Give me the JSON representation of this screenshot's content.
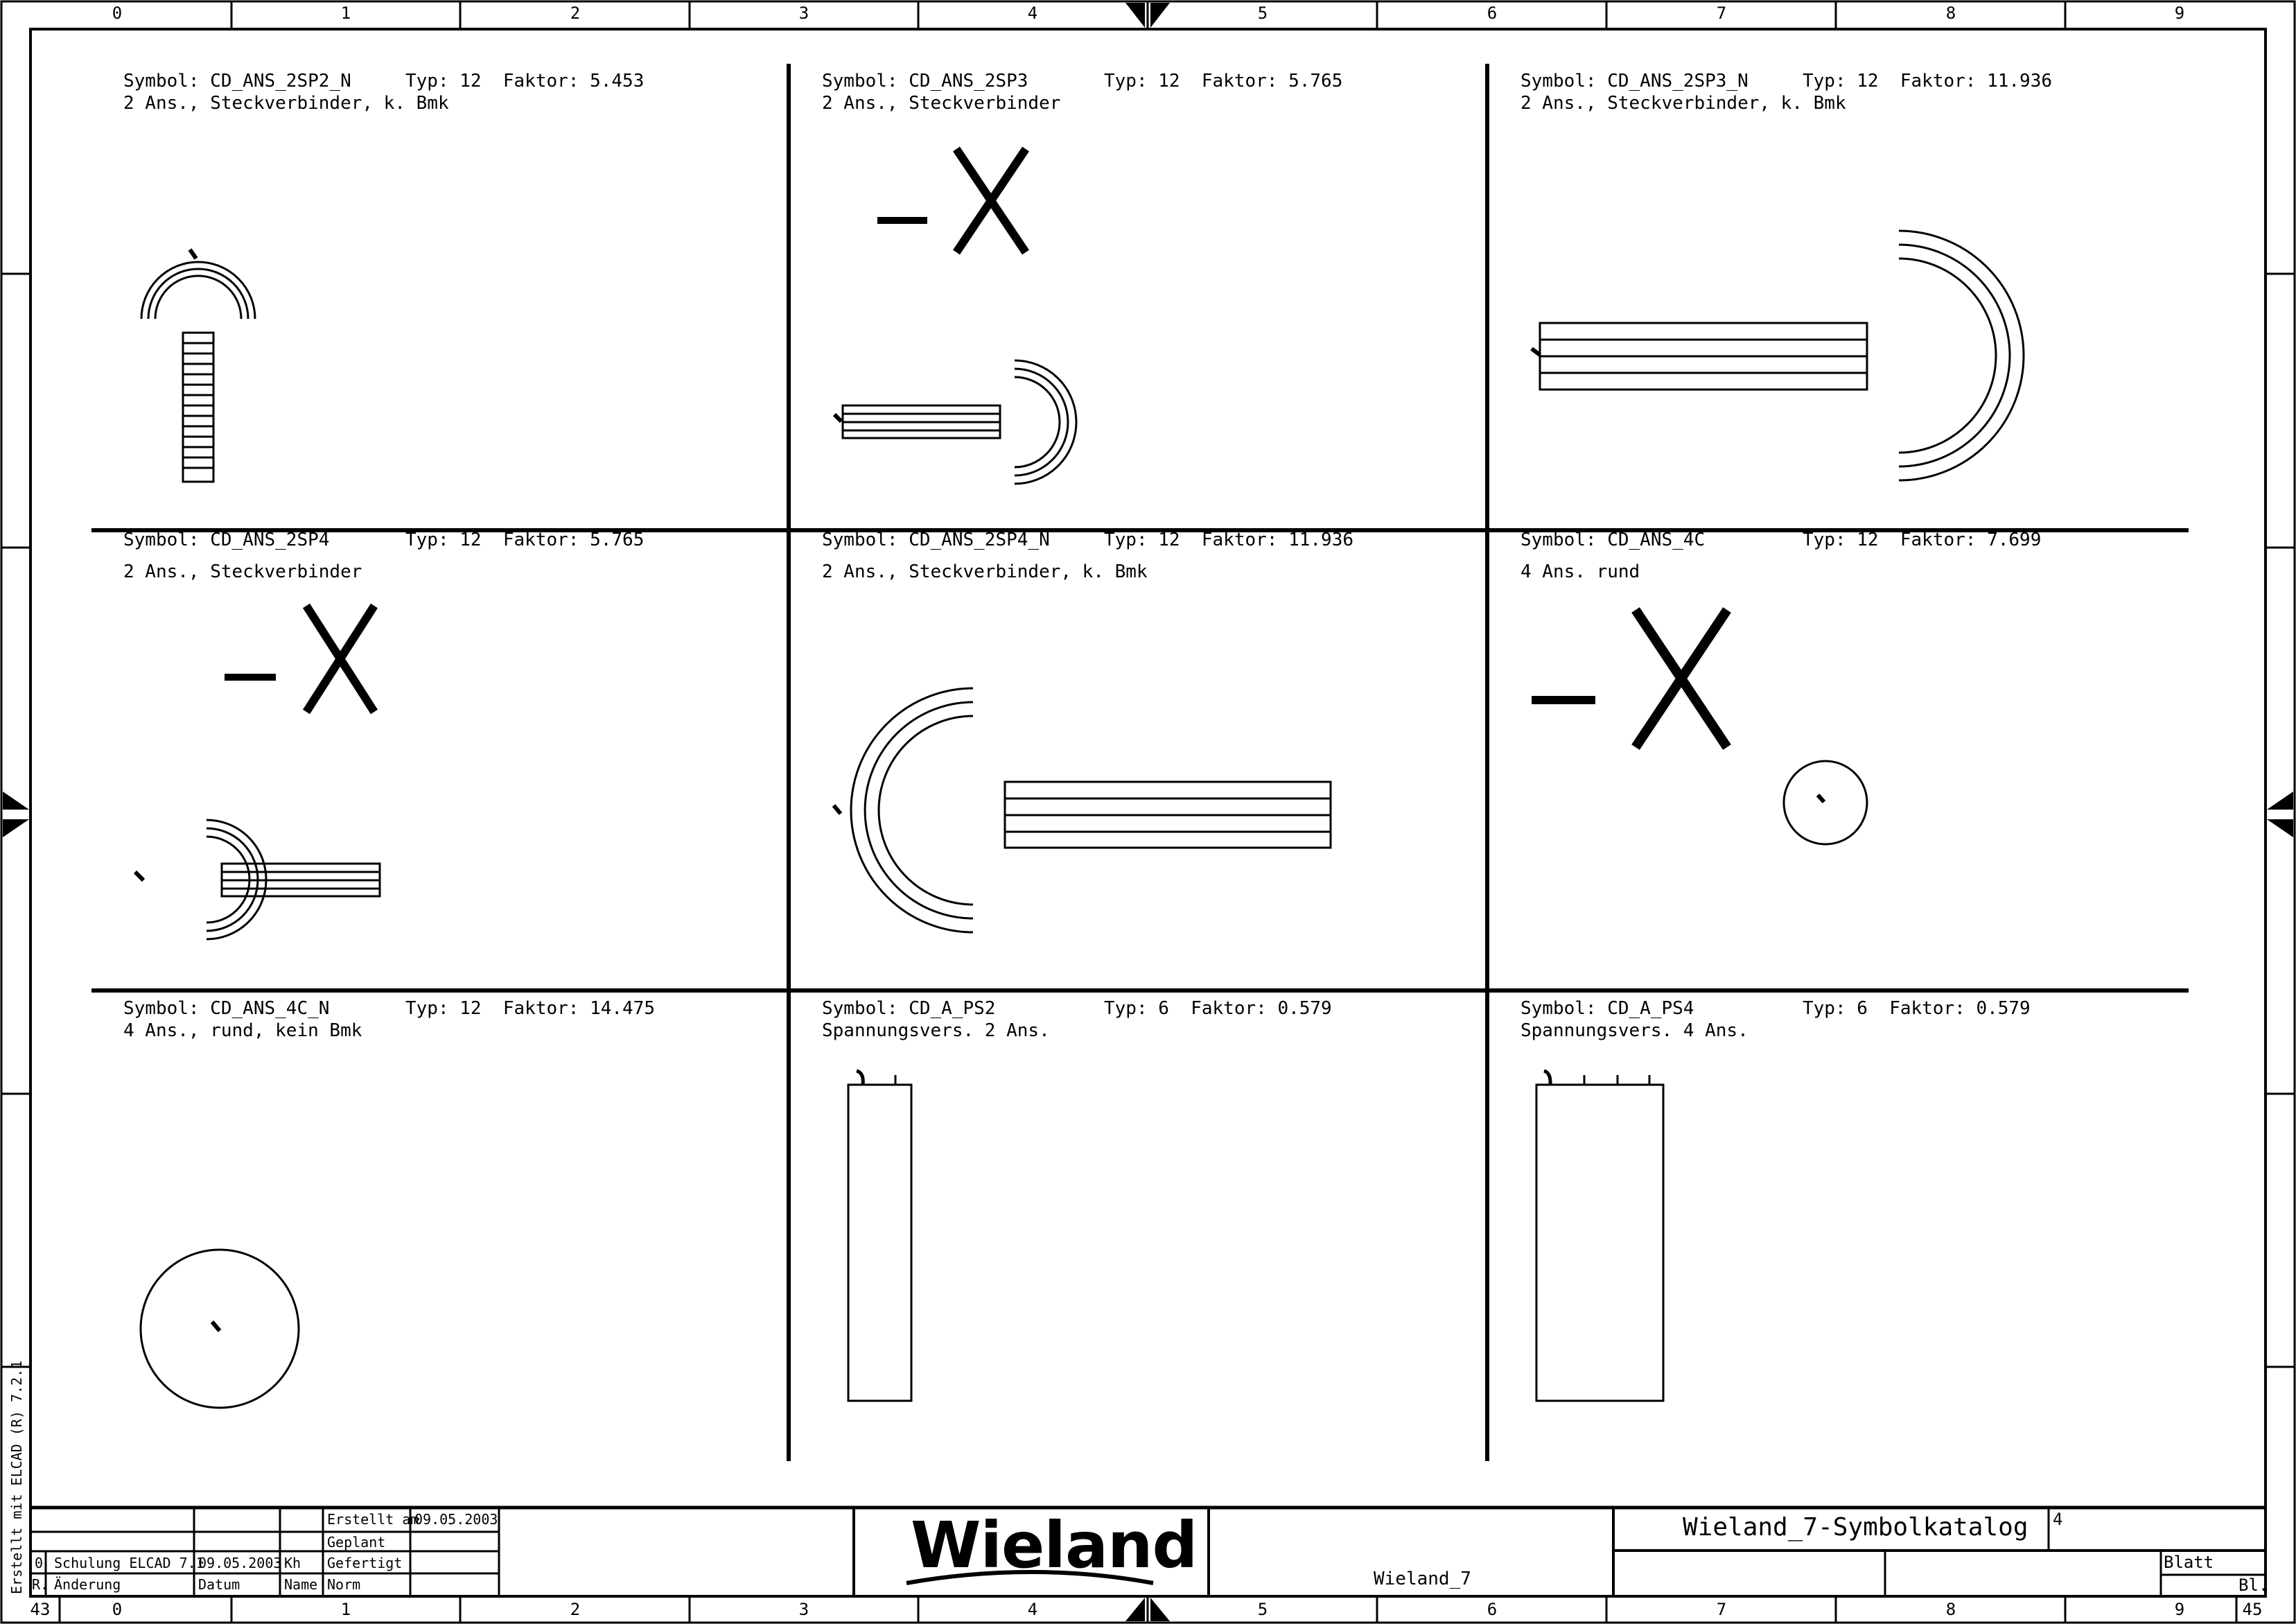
{
  "ruler": {
    "top": [
      "0",
      "1",
      "2",
      "3",
      "4",
      "5",
      "6",
      "7",
      "8",
      "9"
    ],
    "bottom": [
      "0",
      "1",
      "2",
      "3",
      "4",
      "5",
      "6",
      "7",
      "8",
      "9"
    ],
    "bottom_left": "43",
    "bottom_right": "45"
  },
  "side_note": "Erstellt mit ELCAD (R) 7.2.1",
  "cells": [
    {
      "header": "Symbol: CD_ANS_2SP2_N     Typ: 12  Faktor: 5.453",
      "desc": "2 Ans., Steckverbinder, k. Bmk"
    },
    {
      "header": "Symbol: CD_ANS_2SP3       Typ: 12  Faktor: 5.765",
      "desc": "2 Ans., Steckverbinder"
    },
    {
      "header": "Symbol: CD_ANS_2SP3_N     Typ: 12  Faktor: 11.936",
      "desc": "2 Ans., Steckverbinder, k. Bmk"
    },
    {
      "header": "Symbol: CD_ANS_2SP4       Typ: 12  Faktor: 5.765",
      "desc": "2 Ans., Steckverbinder"
    },
    {
      "header": "Symbol: CD_ANS_2SP4_N     Typ: 12  Faktor: 11.936",
      "desc": "2 Ans., Steckverbinder, k. Bmk"
    },
    {
      "header": "Symbol: CD_ANS_4C         Typ: 12  Faktor: 7.699",
      "desc": "4 Ans. rund"
    },
    {
      "header": "Symbol: CD_ANS_4C_N       Typ: 12  Faktor: 14.475",
      "desc": "4 Ans., rund, kein Bmk"
    },
    {
      "header": "Symbol: CD_A_PS2          Typ: 6  Faktor: 0.579",
      "desc": "Spannungsvers. 2 Ans."
    },
    {
      "header": "Symbol: CD_A_PS4          Typ: 6  Faktor: 0.579",
      "desc": "Spannungsvers. 4 Ans."
    }
  ],
  "symbol_text": {
    "device_tag": "-X"
  },
  "title_block": {
    "erstellt_am_label": "Erstellt am",
    "erstellt_am_value": "09.05.2003",
    "geplant_label": "Geplant",
    "gefertigt_label": "Gefertigt",
    "norm_label": "Norm",
    "rev_index": "0",
    "rev_text": "Schulung ELCAD 7.1",
    "rev_date": "09.05.2003",
    "rev_name": "Kh",
    "head_r": "R.",
    "head_aenderung": "Änderung",
    "head_datum": "Datum",
    "head_name": "Name",
    "logo_text": "Wieland",
    "project": "Wieland_7",
    "drawing_title": "Wieland_7-Symbolkatalog",
    "sheet_no": "4",
    "blatt_label": "Blatt",
    "bl_label": "Bl."
  }
}
